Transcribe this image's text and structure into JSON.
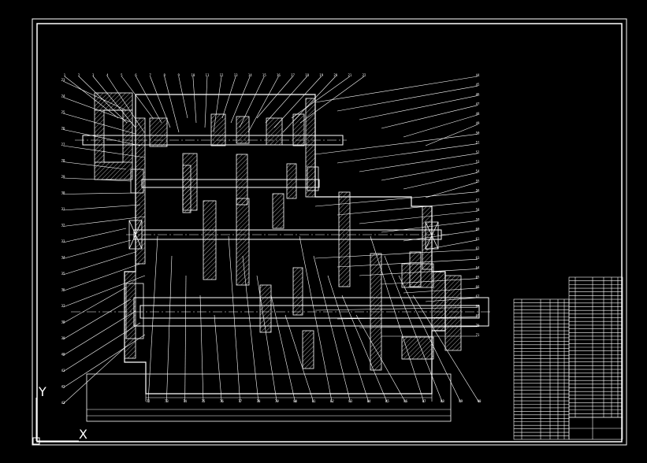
{
  "drawing": {
    "ucs": {
      "x_label": "X",
      "y_label": "Y"
    },
    "balloons": {
      "top": [
        "1",
        "2",
        "3",
        "4",
        "5",
        "6",
        "7",
        "8",
        "9",
        "10",
        "11",
        "12",
        "13",
        "14",
        "15",
        "16",
        "17",
        "18",
        "19",
        "20",
        "21",
        "22"
      ],
      "left": [
        "23",
        "24",
        "25",
        "26",
        "27",
        "28",
        "29",
        "30",
        "31",
        "32",
        "33",
        "34",
        "35",
        "36",
        "37",
        "38",
        "39",
        "40",
        "41",
        "42",
        "43"
      ],
      "right": [
        "44",
        "45",
        "46",
        "47",
        "48",
        "49",
        "50",
        "51",
        "52",
        "53",
        "54",
        "55",
        "56",
        "57",
        "58",
        "59",
        "60",
        "61",
        "62",
        "63",
        "64",
        "65",
        "66",
        "67",
        "68",
        "69",
        "70",
        "71"
      ],
      "bottom": [
        "72",
        "73",
        "74",
        "75",
        "76",
        "77",
        "78",
        "79",
        "80",
        "81",
        "82",
        "83",
        "84",
        "85",
        "86",
        "87",
        "88",
        "89",
        "90"
      ]
    }
  },
  "colors": {
    "background": "#000000",
    "lines": "#ffffff",
    "hatch": "#cfcfcf"
  }
}
